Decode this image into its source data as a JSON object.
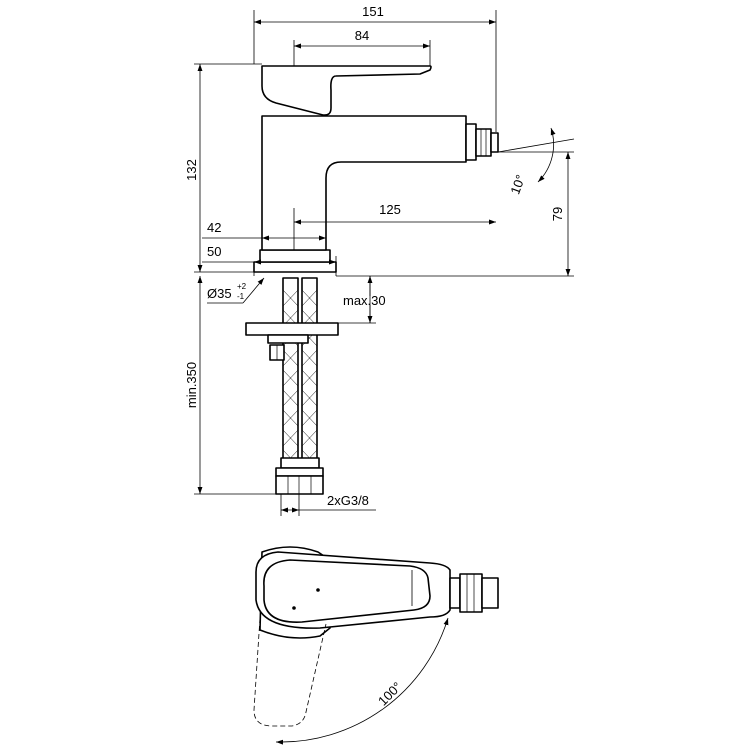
{
  "dimensions": {
    "overall_width": "151",
    "lever_length": "84",
    "height": "132",
    "spout_reach": "125",
    "base_42": "42",
    "base_50": "50",
    "spout_angle": "10°",
    "spout_height": "79",
    "hole_diameter": "Ø35",
    "hole_tolerance_plus": "+2",
    "hole_tolerance_minus": "-1",
    "max_thickness": "max.30",
    "hose_length": "min.350",
    "connection": "2xG3/8",
    "lever_rotation": "100°"
  }
}
